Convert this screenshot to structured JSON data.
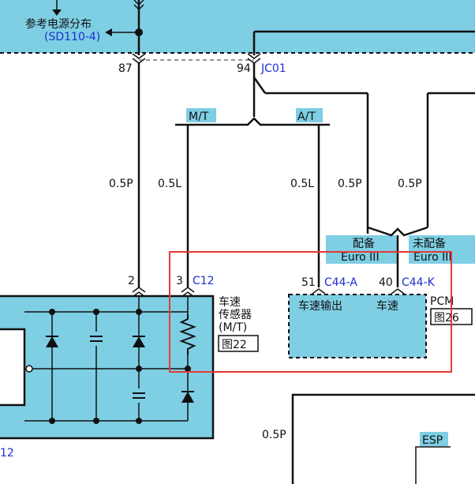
{
  "colors": {
    "module_fill": "#7ecee4",
    "connector_text": "#1d2fd0",
    "highlight_box": "#e53935",
    "wire": "#111111"
  },
  "top_block": {
    "ref_label": "参考电源分布",
    "ref_code": "(SD110-4)"
  },
  "pins": {
    "p87": "87",
    "p94": "94",
    "p2": "2",
    "p3": "3",
    "p51": "51",
    "p40": "40"
  },
  "connectors": {
    "jc01": "JC01",
    "c12": "C12",
    "c44a": "C44-A",
    "c44k": "C44-K",
    "c12_bottom": "12"
  },
  "options": {
    "mt": "M/T",
    "at": "A/T",
    "equipped": "配备",
    "not_equipped": "未配备",
    "euro3_a": "Euro III",
    "euro3_b": "Euro III",
    "esp": "ESP"
  },
  "wire_labels": {
    "w1": "0.5P",
    "w2": "0.5L",
    "w3": "0.5L",
    "w4": "0.5P",
    "w5": "0.5P",
    "w6": "0.5P"
  },
  "sensor": {
    "line1": "车速",
    "line2": "传感器",
    "line3": "(M/T)",
    "fig": "图22"
  },
  "pcm": {
    "name": "PCM",
    "fig": "图26",
    "out_label": "车速输出",
    "in_label": "车速"
  }
}
